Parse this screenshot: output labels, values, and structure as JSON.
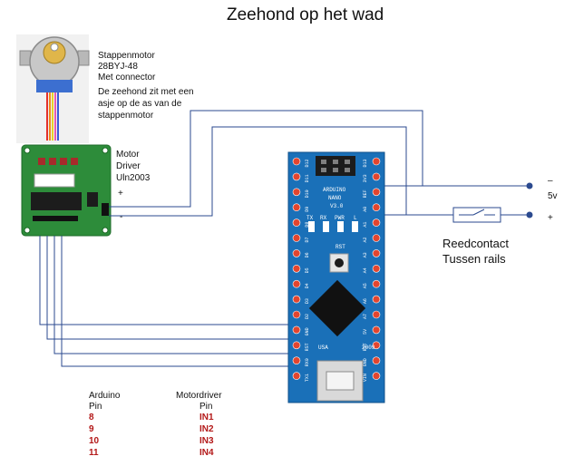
{
  "title": "Zeehond op het wad",
  "motor": {
    "lines": [
      "Stappenmotor",
      "28BYJ-48",
      "Met connector",
      "De zeehond zit met een",
      "asje op de as van de",
      "stappenmotor"
    ]
  },
  "driver": {
    "lines": [
      "Motor",
      "Driver",
      "Uln2003"
    ],
    "plus": "+",
    "minus": "-"
  },
  "supply": {
    "minus": "–",
    "voltage": "5v",
    "plus": "+"
  },
  "reed": {
    "line1": "Reedcontact",
    "line2": "Tussen rails"
  },
  "arduino_board": {
    "brand": "ARDUINO",
    "model": "NANO",
    "version": "V3.0",
    "left_pins": [
      "D12",
      "D11",
      "D10",
      "D9",
      "D8",
      "D7",
      "D6",
      "D5",
      "D4",
      "D3",
      "D2",
      "GND",
      "RST",
      "RX0",
      "TX1"
    ],
    "right_pins": [
      "D13",
      "3V3",
      "REF",
      "A0",
      "A1",
      "A2",
      "A3",
      "A4",
      "A5",
      "A6",
      "A7",
      "5V",
      "RST",
      "GND",
      "VIN"
    ],
    "leds": [
      "TX",
      "RX",
      "PWR",
      "L"
    ],
    "reset_label": "RST",
    "year": "2009",
    "usb_label": "USA"
  },
  "pin_table": {
    "headers": [
      "Arduino",
      "Motordriver"
    ],
    "subheaders": [
      "Pin",
      "Pin"
    ],
    "rows": [
      {
        "arduino": "8",
        "driver": "IN1"
      },
      {
        "arduino": "9",
        "driver": "IN2"
      },
      {
        "arduino": "10",
        "driver": "IN3"
      },
      {
        "arduino": "11",
        "driver": "IN4"
      }
    ]
  },
  "colors": {
    "wire": "#2b4a8f",
    "board_blue": "#1a70b8",
    "driver_green": "#2d8c3a",
    "pin_red": "#e2452f",
    "table_red": "#b31818"
  }
}
